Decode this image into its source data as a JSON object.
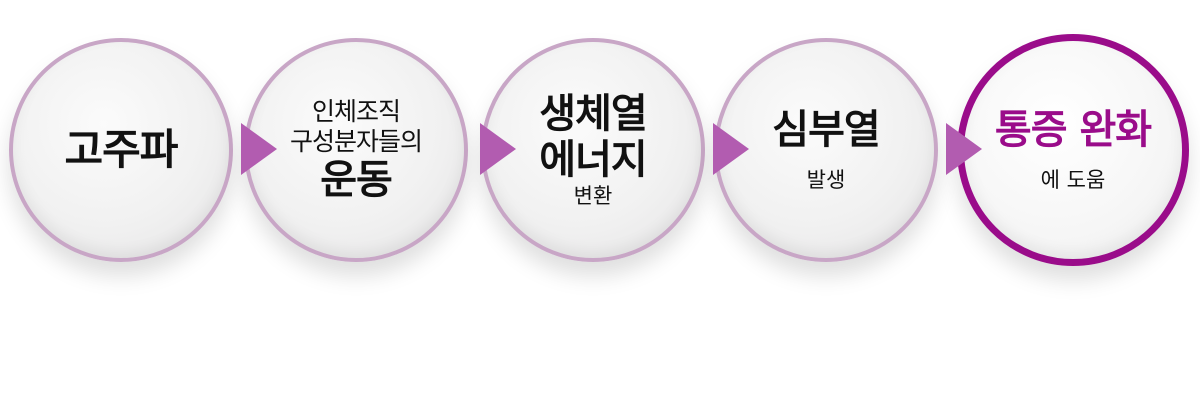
{
  "steps": [
    {
      "lines": [
        "고주파"
      ]
    },
    {
      "lines": [
        "인체조직",
        "구성분자들의",
        "운동"
      ]
    },
    {
      "lines": [
        "생체열",
        "에너지",
        "변환"
      ]
    },
    {
      "lines": [
        "심부열",
        "발생"
      ]
    },
    {
      "lines": [
        "통증 완화",
        "에 도움"
      ]
    }
  ],
  "colors": {
    "arrow": "#b25cb0",
    "circle_border": "#c8a6c6",
    "final_border": "#9a0c8a",
    "final_title": "#9a0c8a"
  }
}
